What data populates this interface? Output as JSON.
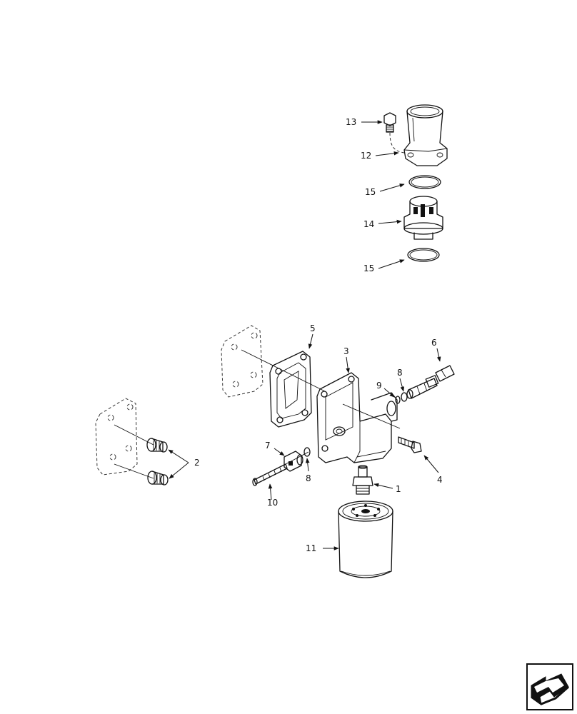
{
  "callouts": {
    "c1": "1",
    "c2": "2",
    "c3": "3",
    "c4": "4",
    "c5": "5",
    "c6": "6",
    "c7": "7",
    "c8a": "8",
    "c8b": "8",
    "c9": "9",
    "c10": "10",
    "c11": "11",
    "c12": "12",
    "c13": "13",
    "c14": "14",
    "c15a": "15",
    "c15b": "15"
  },
  "nav_icon": "next-page-arrow-icon"
}
